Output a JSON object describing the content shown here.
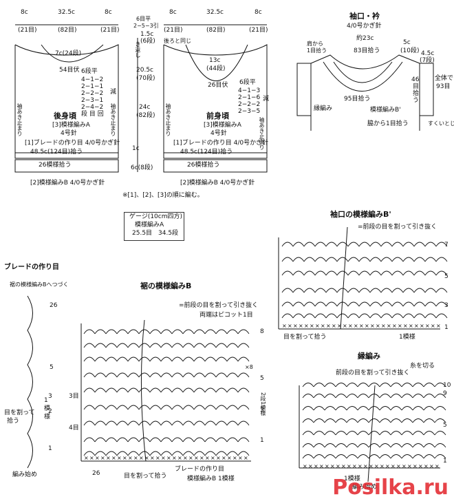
{
  "back_panel": {
    "top_dims": [
      "8c",
      "32.5c",
      "8c"
    ],
    "top_counts": [
      "(21目)",
      "(82目)",
      "(21目)"
    ],
    "neck_depth": "7c(24段)",
    "neck_sts": "54目伏",
    "shoulder_rows": "6段平",
    "shoulder_seq": [
      "4−1−2",
      "2−1−1",
      "2−2−2",
      "2−3−1",
      "2−4−2",
      "段 目 回"
    ],
    "decrease": "減",
    "armhole_note": "袖あき止まり",
    "name": "後身頃",
    "pattern": "[3]模様編みA",
    "needle": "4号針",
    "braid_note": "[1]ブレードの作り目 4/0号かぎ針",
    "bottom_width": "48.5c(124目)拾う",
    "hem_pickup": "26模様拾う",
    "hem_pattern": "[2]模様編みB 4/0号かぎ針"
  },
  "side_dims": {
    "shoulder": [
      "1.5c",
      "(6段)",
      "6目平",
      "2−5−3引",
      "き返し"
    ],
    "armhole": [
      "20.5c",
      "(70段)"
    ],
    "body": [
      "24c",
      "(82段)"
    ],
    "hem": [
      "1c",
      "6c(8段)"
    ]
  },
  "front_panel": {
    "top_dims": [
      "8c",
      "32.5c",
      "8c"
    ],
    "top_counts": [
      "(21目)",
      "(82目)",
      "(21目)"
    ],
    "same_as_back": "後ろと同じ",
    "neck_depth": [
      "13c",
      "(44段)"
    ],
    "neck_sts": "26目伏",
    "shoulder_rows": "6段平",
    "shoulder_seq": [
      "4−1−3",
      "2−1−6",
      "2−2−2",
      "2−3−5"
    ],
    "decrease": "減",
    "armhole_note": "袖あき止まり",
    "name": "前身頃",
    "pattern": "[3]模様編みA",
    "needle": "4号針",
    "braid_note": "[1]ブレードの作り目 4/0号かぎ針",
    "bottom_width": "48.5c(124目)拾う",
    "hem_pickup": "26模様拾う",
    "hem_pattern": "[2]模様編みB 4/0号かぎ針"
  },
  "note": "※[1]、[2]、[3]の順に編む。",
  "gauge": {
    "title": "ゲージ(10cm四方)",
    "pattern": "模様編みA",
    "values": "25.5目　34.5段"
  },
  "sleeve_collar": {
    "title": "袖口・衿",
    "needle": "4/0号かぎ針",
    "width": "約23c",
    "shoulder_pickup": [
      "肩から",
      "1目拾う"
    ],
    "neck_pickup": "83目拾う",
    "neck_side": [
      "5c",
      "(10段)"
    ],
    "side_dims": [
      "4.5c",
      "(7段)"
    ],
    "pickup_46": [
      "46",
      "目",
      "拾",
      "う"
    ],
    "total": [
      "全体で",
      "93目"
    ],
    "bottom_pickup": "95目拾う",
    "edge_label": "縁編み",
    "sleeve_pattern": "模様編みB'",
    "underarm_pickup": "脇から1目拾う",
    "slip": "すくいとじ"
  },
  "sleeve_chart": {
    "title": "袖口の模様編みB'",
    "legend": "=前段の目を割って引き抜く",
    "rows": [
      "7",
      "5",
      "3",
      "1"
    ],
    "repeat": "1模様",
    "pickup": "目を割って拾う"
  },
  "braid_chart": {
    "title": "ブレードの作り目",
    "top_note": "裾の模様編みBへつづく",
    "rows": [
      "26",
      "5",
      "3",
      "2",
      "1"
    ],
    "repeat": [
      "1",
      "模",
      "様"
    ],
    "pickup": [
      "目を割って",
      "拾う"
    ],
    "start": "編み始め"
  },
  "hem_chart": {
    "title": "裾の模様編みB",
    "legend": "=前段の目を割って引き抜く",
    "picot": "両端はピコット1目",
    "rows": [
      "8",
      "5",
      "3",
      "1"
    ],
    "left_rows": [
      "3目",
      "4目"
    ],
    "x_mark": "×8",
    "repeat_side": [
      "2段1模様"
    ],
    "bottom": [
      "26",
      "目を割って拾う",
      "ブレードの作り目",
      "模様編みB 1模様"
    ]
  },
  "edge_chart": {
    "title": "縁編み",
    "cut": "糸を切る",
    "legend": "前段の目を割って引き抜く",
    "rows": [
      "10",
      "9",
      "5",
      "1"
    ],
    "repeat": "1模様",
    "bottom": "編み始め"
  },
  "watermark": "Posilka.ru",
  "colors": {
    "ink": "#111111",
    "watermark": "#e2232a"
  }
}
